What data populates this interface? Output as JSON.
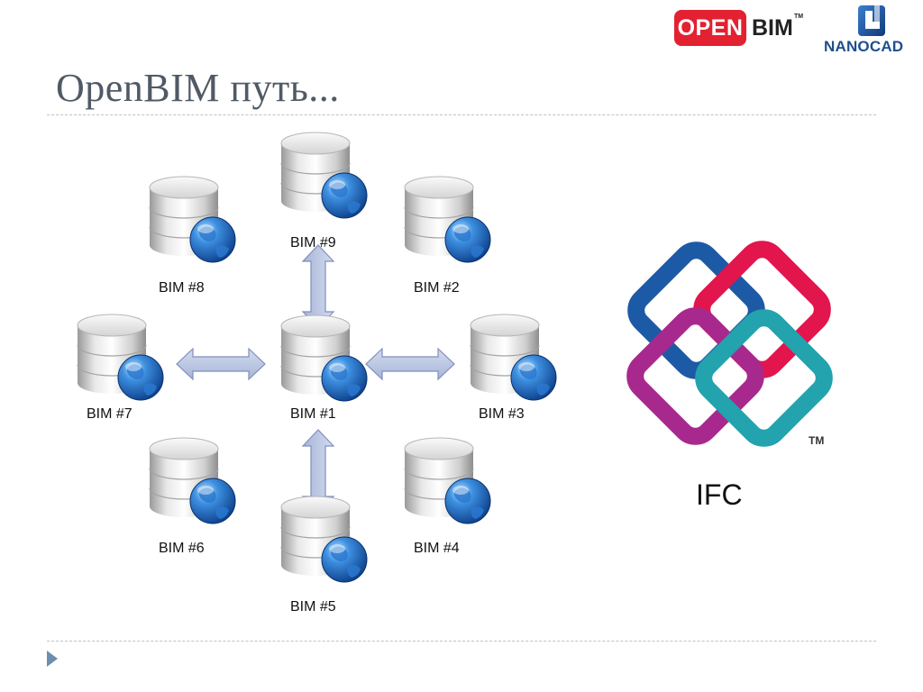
{
  "title": "OpenBIM путь...",
  "logos": {
    "openbim": {
      "open": "OPEN",
      "bim": "BIM",
      "tm": "TM"
    },
    "nanocad": {
      "text": "NANOCAD"
    }
  },
  "nodes": [
    {
      "id": "bim1",
      "label": "BIM #1"
    },
    {
      "id": "bim2",
      "label": "BIM #2"
    },
    {
      "id": "bim3",
      "label": "BIM #3"
    },
    {
      "id": "bim4",
      "label": "BIM #4"
    },
    {
      "id": "bim5",
      "label": "BIM #5"
    },
    {
      "id": "bim6",
      "label": "BIM #6"
    },
    {
      "id": "bim7",
      "label": "BIM #7"
    },
    {
      "id": "bim8",
      "label": "BIM #8"
    },
    {
      "id": "bim9",
      "label": "BIM #9"
    }
  ],
  "edges": [
    {
      "from": "bim1",
      "to": "bim9"
    },
    {
      "from": "bim1",
      "to": "bim5"
    },
    {
      "from": "bim1",
      "to": "bim7"
    },
    {
      "from": "bim1",
      "to": "bim3"
    }
  ],
  "ifc": {
    "label": "IFC",
    "tm": "TM"
  },
  "colors": {
    "ifc_blue": "#1d5aa6",
    "ifc_red": "#e2154c",
    "ifc_purple": "#a8298e",
    "ifc_teal": "#22a3ad",
    "arrow_fill": "#b7c3de",
    "arrow_stroke": "#7f8fbc",
    "globe": "#1e6fc8"
  }
}
